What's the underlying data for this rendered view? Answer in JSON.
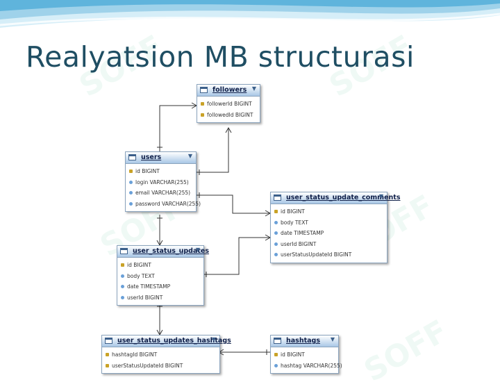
{
  "slide": {
    "title": "Realyatsion MB structurasi",
    "watermark": "SOFF"
  },
  "colors": {
    "title": "#1f4e63",
    "header_gradient_bottom": "#a9c7e6",
    "connector": "#333333"
  },
  "tables": {
    "followers": {
      "name": "followers",
      "columns": [
        "followerId BIGINT",
        "followedId BIGINT"
      ]
    },
    "users": {
      "name": "users",
      "columns": [
        "id BIGINT",
        "login VARCHAR(255)",
        "email VARCHAR(255)",
        "password VARCHAR(255)"
      ]
    },
    "user_status_update_comments": {
      "name": "user_status_update_comments",
      "columns": [
        "id BIGINT",
        "body TEXT",
        "date TIMESTAMP",
        "userId BIGINT",
        "userStatusUpdateId BIGINT"
      ]
    },
    "user_status_updates": {
      "name": "user_status_updates",
      "columns": [
        "id BIGINT",
        "body TEXT",
        "date TIMESTAMP",
        "userId BIGINT"
      ]
    },
    "user_status_updates_hashtags": {
      "name": "user_status_updates_hashtags",
      "columns": [
        "hashtagId BIGINT",
        "userStatusUpdateId BIGINT"
      ]
    },
    "hashtags": {
      "name": "hashtags",
      "columns": [
        "id BIGINT",
        "hashtag VARCHAR(255)"
      ]
    }
  }
}
